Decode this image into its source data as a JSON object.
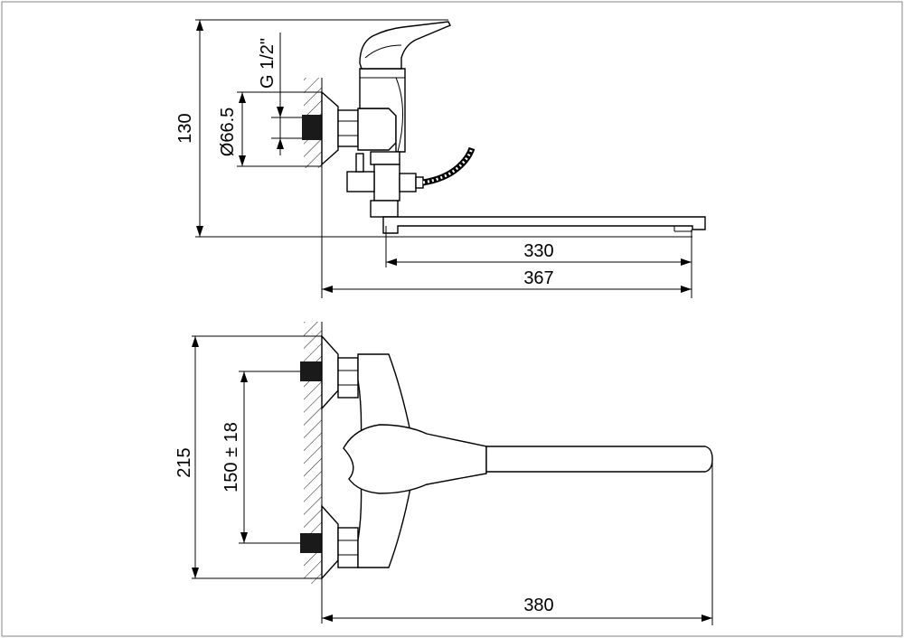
{
  "drawing": {
    "side_view": {
      "height_label": "130",
      "diameter_label": "Ø66.5",
      "thread_label": "G 1/2\"",
      "spout_reach_label": "330",
      "total_depth_label": "367"
    },
    "top_view": {
      "width_label": "215",
      "center_distance_label": "150 ± 18",
      "total_depth_label": "380"
    }
  }
}
